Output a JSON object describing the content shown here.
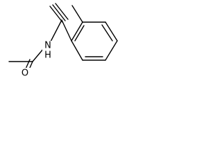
{
  "molecule": {
    "atoms": {
      "oxygen": {
        "symbol": "O"
      },
      "nitrogen": {
        "symbol": "N"
      },
      "nitrogen_hydrogen": {
        "symbol": "H"
      }
    }
  },
  "colors": {
    "background": "#ffffff",
    "bond": "#000000",
    "text": "#000000"
  }
}
